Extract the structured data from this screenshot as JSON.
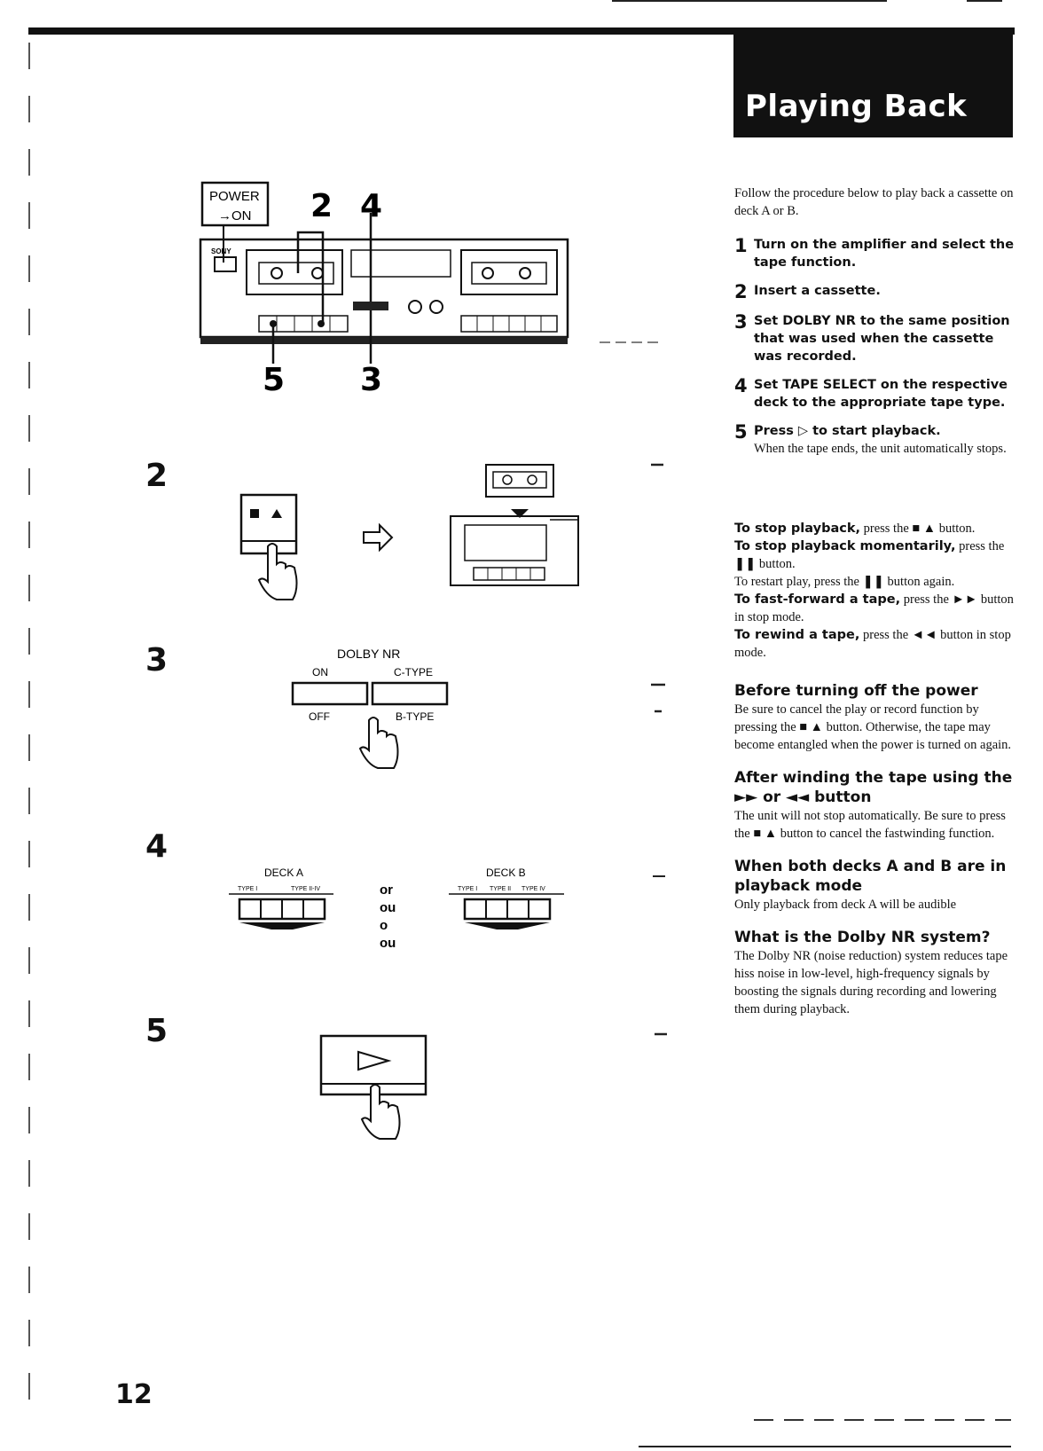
{
  "page": {
    "title": "Playing Back",
    "number": "12"
  },
  "figures": {
    "power_label_line1": "POWER",
    "power_label_line2": "→ON",
    "callouts_top": [
      "2",
      "4"
    ],
    "callouts_bottom": [
      "5",
      "3"
    ],
    "brand": "SONY",
    "step_numbers": [
      "2",
      "3",
      "4",
      "5"
    ],
    "dolby": {
      "title": "DOLBY NR",
      "on": "ON",
      "c_type": "C-TYPE",
      "off": "OFF",
      "b_type": "B-TYPE"
    },
    "deck_a": "DECK A",
    "deck_b": "DECK B",
    "type_i": "TYPE I",
    "type_ii_iv": "TYPE II-IV",
    "type_ii": "TYPE II",
    "type_iv": "TYPE IV",
    "or_words": [
      "or",
      "ou",
      "o",
      "ou"
    ]
  },
  "content": {
    "intro": "Follow the procedure below to play back a cassette on deck A or B.",
    "steps": [
      {
        "n": "1",
        "text": "Turn on the amplifier and select the tape function.",
        "sub": ""
      },
      {
        "n": "2",
        "text": "Insert a cassette.",
        "sub": ""
      },
      {
        "n": "3",
        "text": "Set DOLBY NR to the same position that was used when the cassette was recorded.",
        "sub": ""
      },
      {
        "n": "4",
        "text": "Set TAPE SELECT on the respective deck to the appropriate tape type.",
        "sub": ""
      },
      {
        "n": "5",
        "text": "Press ▷ to start playback.",
        "sub": "When the tape ends, the unit automatically stops."
      }
    ],
    "tips": {
      "stop_lead": "To stop playback,",
      "stop_rest": " press the ■ ▲ button.",
      "pause_lead": "To stop playback momentarily,",
      "pause_rest": " press the ❚❚ button.",
      "restart": "To restart play, press the ❚❚ button again.",
      "ff_lead": "To fast-forward a tape,",
      "ff_rest": " press the ►► button in stop mode.",
      "rew_lead": "To rewind a tape,",
      "rew_rest": " press the ◄◄ button in stop mode."
    },
    "sections": [
      {
        "heading": "Before turning off the power",
        "body": "Be sure to cancel the play or record function by pressing the ■ ▲ button. Otherwise, the tape may become entangled when the power is turned on again."
      },
      {
        "heading": "After winding the tape using the ►► or ◄◄ button",
        "body": "The unit will not stop automatically. Be sure to press the ■ ▲ button to cancel the fastwinding function."
      },
      {
        "heading": "When both decks A and B are in playback mode",
        "body": "Only playback from deck A will be audible"
      },
      {
        "heading": "What is the Dolby NR system?",
        "body": "The Dolby NR (noise reduction) system reduces tape hiss noise in low-level, high-frequency signals by boosting the signals during recording and lowering them during playback."
      }
    ]
  }
}
